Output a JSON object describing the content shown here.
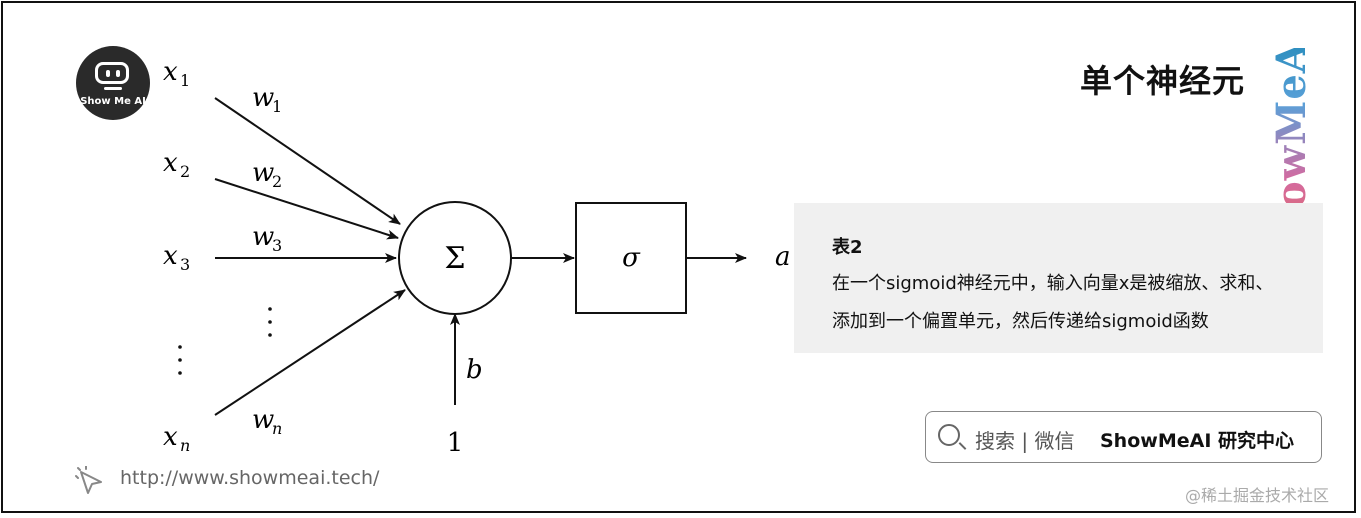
{
  "logo": {
    "text": "Show Me AI"
  },
  "title": "单个神经元",
  "vertical_brand": "ShowMeAI",
  "diagram": {
    "inputs": [
      "x1",
      "x2",
      "x3",
      "xn"
    ],
    "weights": [
      "w1",
      "w2",
      "w3",
      "wn"
    ],
    "sum_node": "Σ",
    "activation": "σ",
    "bias_label": "b",
    "bias_value": "1",
    "output": "a"
  },
  "card": {
    "caption": "表2",
    "line1": "在一个sigmoid神经元中，输入向量x是被缩放、求和、",
    "line2": "添加到一个偏置单元，然后传递给sigmoid函数"
  },
  "search": {
    "hint": "搜索 | 微信",
    "brand": "ShowMeAI 研究中心"
  },
  "footer": {
    "url": "http://www.showmeai.tech/",
    "watermark": "@稀土掘金技术社区"
  }
}
